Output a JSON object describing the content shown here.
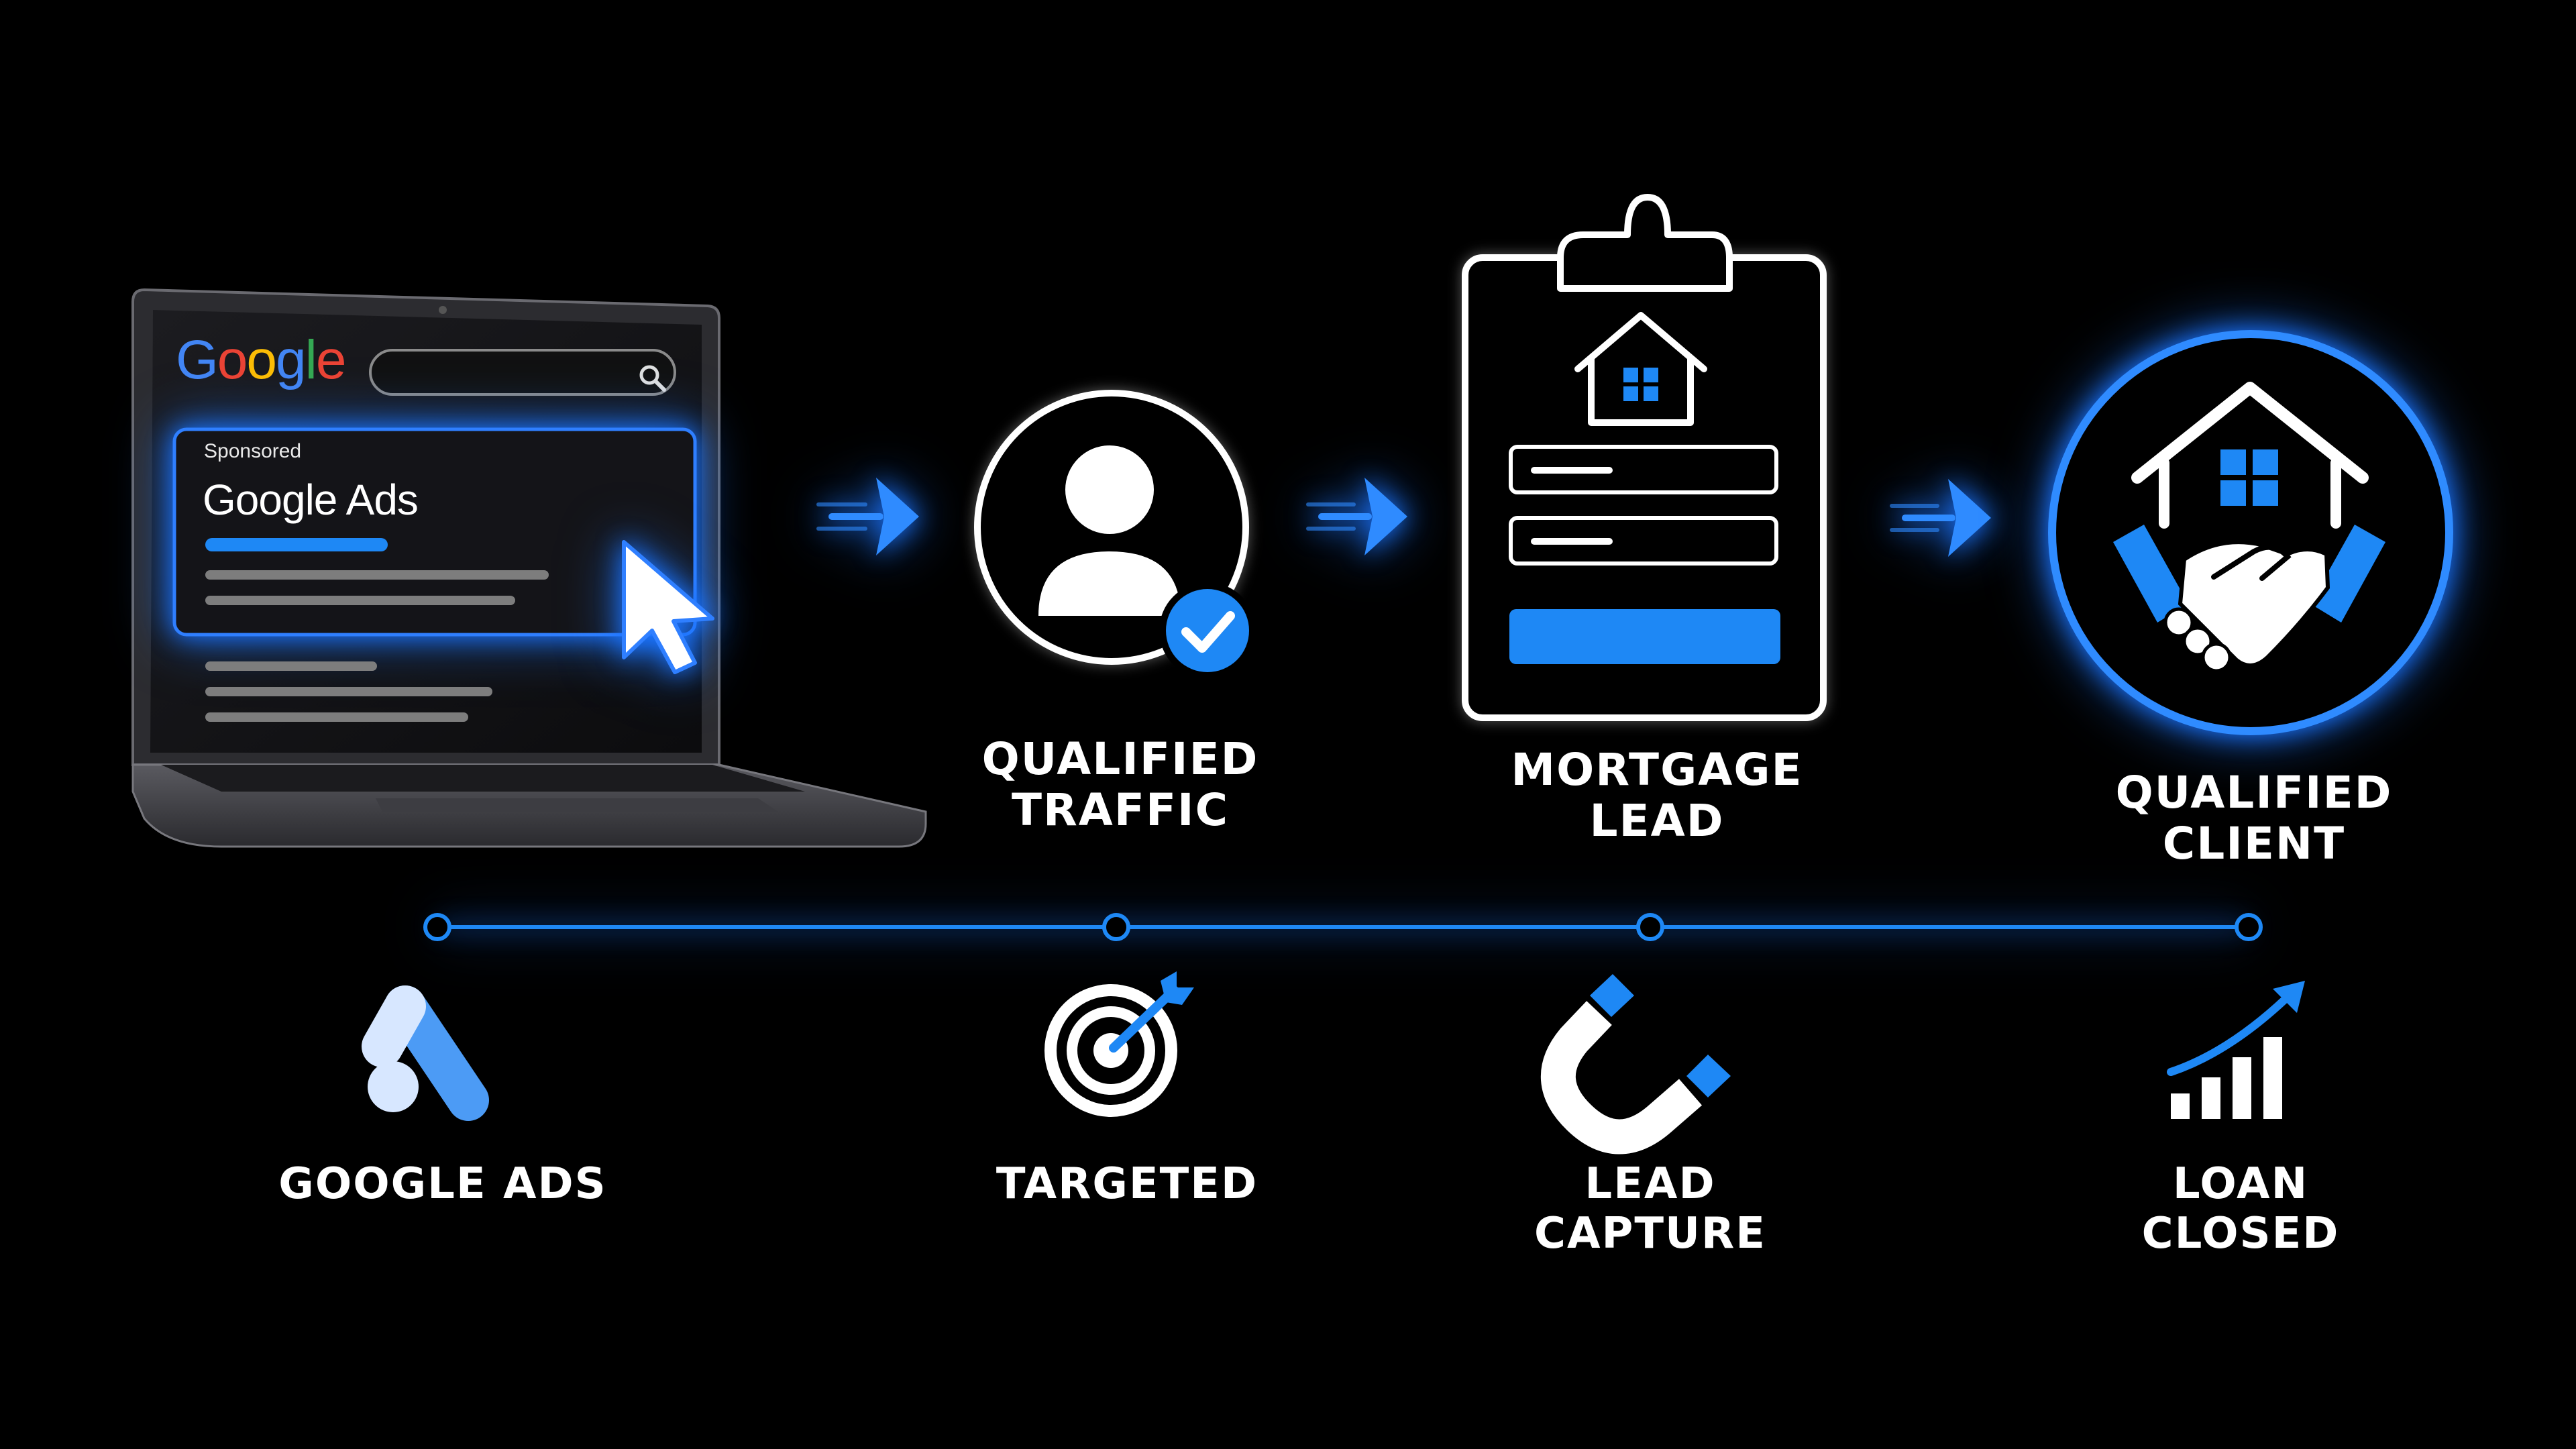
{
  "brand": {
    "search_logo": "Google",
    "logo_colors": [
      "#4285F4",
      "#EA4335",
      "#FBBC05",
      "#4285F4",
      "#34A853",
      "#EA4335"
    ]
  },
  "laptop": {
    "ad_badge": "Sponsored",
    "ad_title": "Google Ads"
  },
  "stages": [
    {
      "line1": "QUALIFIED",
      "line2": "TRAFFIC"
    },
    {
      "line1": "MORTGAGE",
      "line2": "LEAD"
    },
    {
      "line1": "QUALIFIED",
      "line2": "CLIENT"
    }
  ],
  "timeline": [
    {
      "line1": "GOOGLE ADS",
      "line2": "",
      "icon": "google-ads-icon"
    },
    {
      "line1": "TARGETED",
      "line2": "",
      "icon": "target-icon"
    },
    {
      "line1": "LEAD",
      "line2": "CAPTURE",
      "icon": "magnet-icon"
    },
    {
      "line1": "LOAN",
      "line2": "CLOSED",
      "icon": "growth-chart-icon"
    }
  ],
  "colors": {
    "background": "#000000",
    "accent": "#1E88F5",
    "text": "#FFFFFF"
  }
}
